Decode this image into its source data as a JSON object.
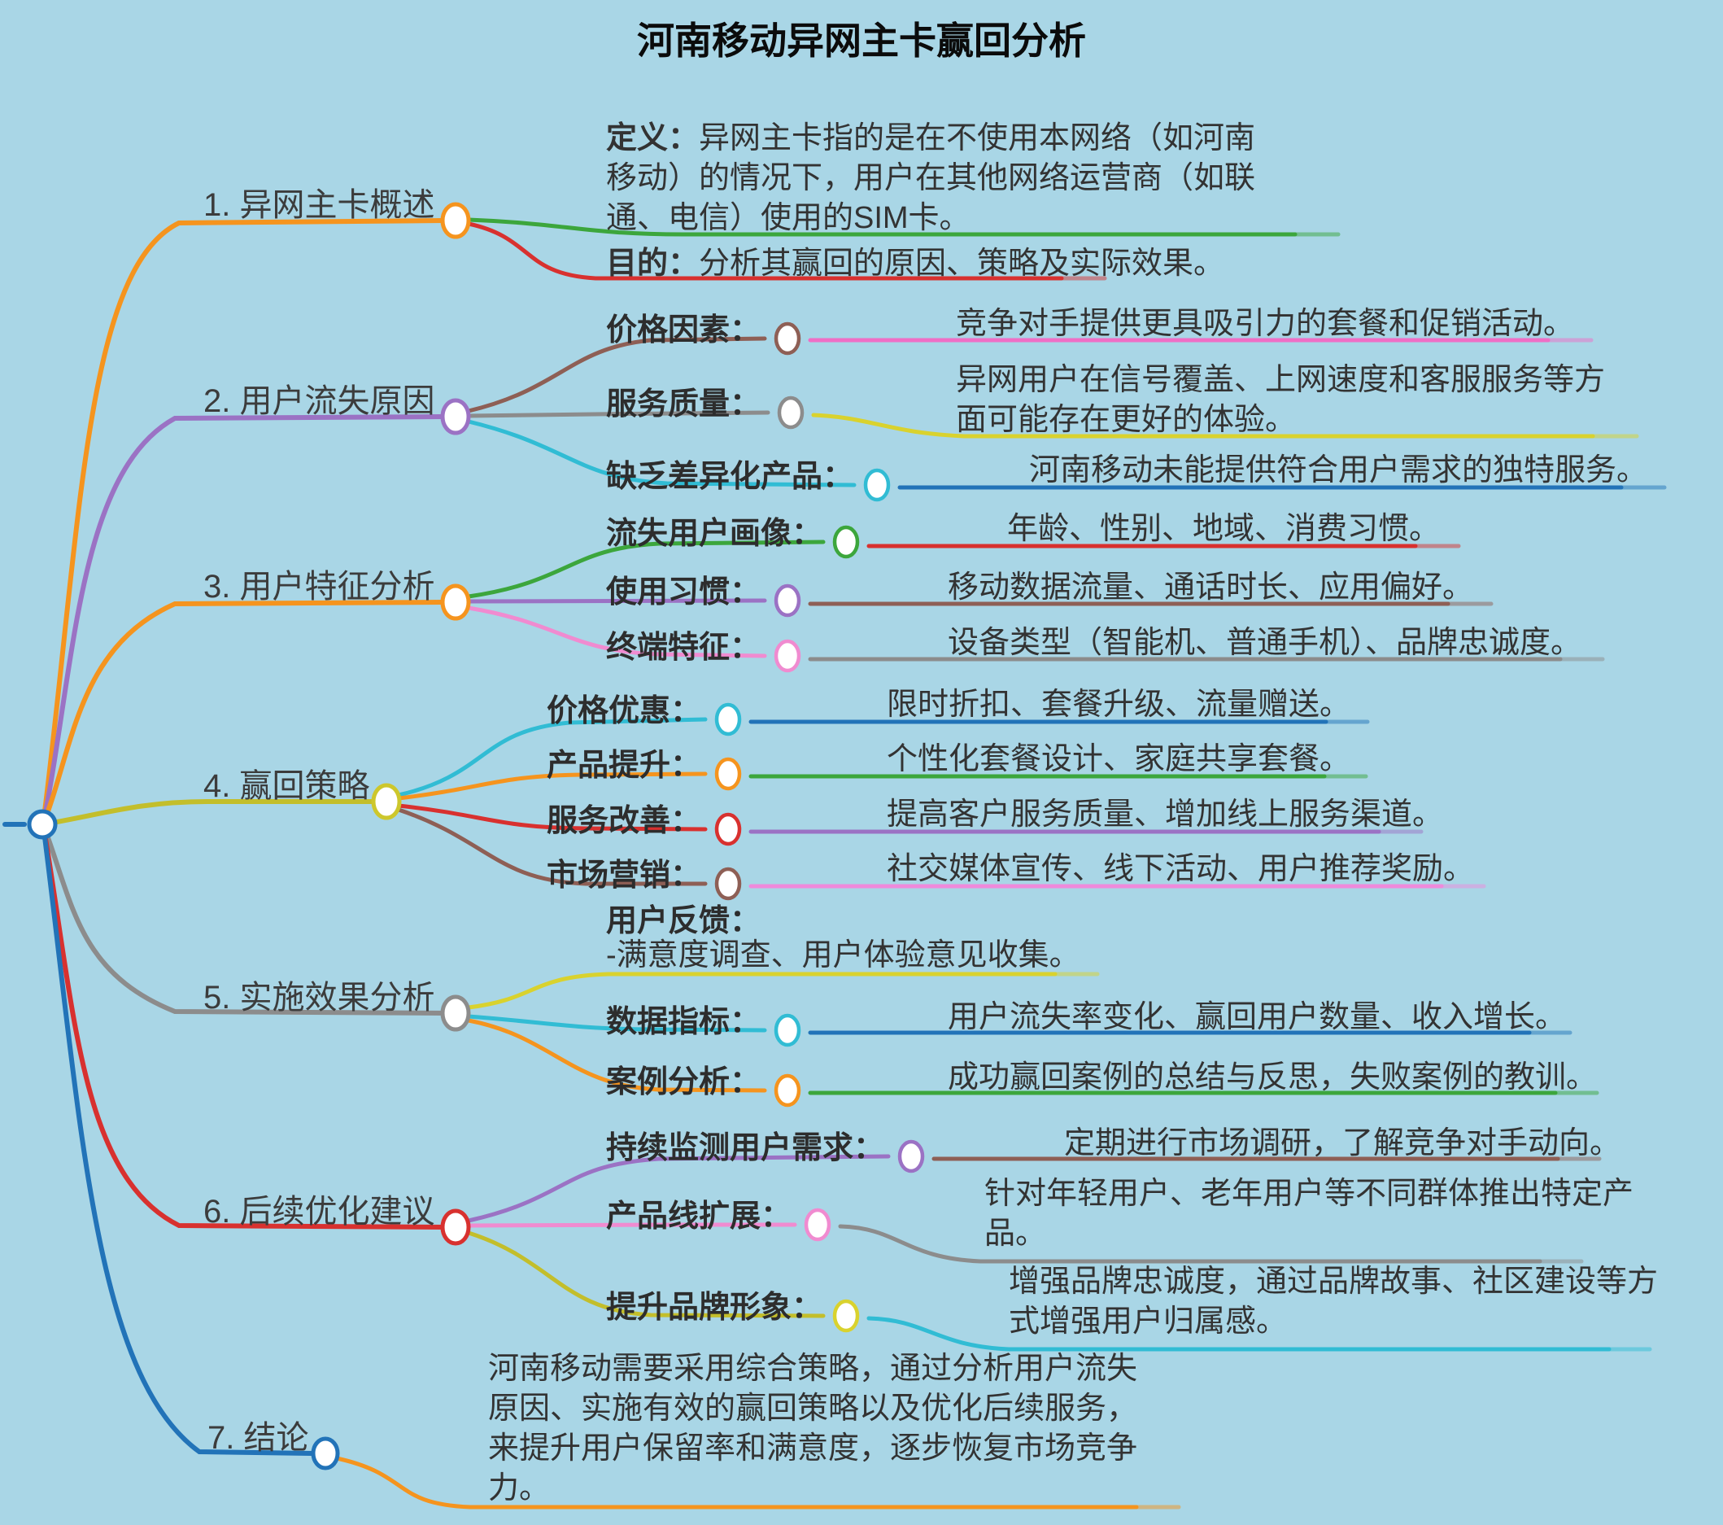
{
  "title": "河南移动异网主卡赢回分析",
  "background_color": "#A9D6E6",
  "root": {
    "node_color": "#2273B8"
  },
  "branches": [
    {
      "label": "1. 异网主卡概述",
      "line_color": "#F5941E",
      "node_color": "#F5941E",
      "items": [
        {
          "label": "定义：",
          "text": "异网主卡指的是在不使用本网络（如河南移动）的情况下，用户在其他网络运营商（如联通、电信）使用的SIM卡。",
          "underline_color": "#3CA63C"
        },
        {
          "label": "目的：",
          "text": "分析其赢回的原因、策略及实际效果。",
          "underline_color": "#D8312F"
        }
      ]
    },
    {
      "label": "2. 用户流失原因",
      "line_color": "#9B72C4",
      "node_color": "#9B72C4",
      "items": [
        {
          "label": "价格因素：",
          "text": "竞争对手提供更具吸引力的套餐和促销活动。",
          "connector_color": "#8E5F55",
          "node_color": "#8E5F55",
          "underline_color": "#EF6EC5"
        },
        {
          "label": "服务质量：",
          "text": "异网用户在信号覆盖、上网速度和客服服务等方面可能存在更好的体验。",
          "connector_color": "#8C8C8C",
          "node_color": "#8C8C8C",
          "underline_color": "#D9D22E"
        },
        {
          "label": "缺乏差异化产品：",
          "text": "河南移动未能提供符合用户需求的独特服务。",
          "connector_color": "#31BCD4",
          "node_color": "#31BCD4",
          "underline_color": "#2273B8"
        }
      ]
    },
    {
      "label": "3. 用户特征分析",
      "line_color": "#F5941E",
      "node_color": "#F5941E",
      "items": [
        {
          "label": "流失用户画像：",
          "text": "年龄、性别、地域、消费习惯。",
          "connector_color": "#3CA63C",
          "node_color": "#3CA63C",
          "underline_color": "#D8312F"
        },
        {
          "label": "使用习惯：",
          "text": "移动数据流量、通话时长、应用偏好。",
          "connector_color": "#9B72C4",
          "node_color": "#9B72C4",
          "underline_color": "#8E5F55"
        },
        {
          "label": "终端特征：",
          "text": "设备类型（智能机、普通手机）、品牌忠诚度。",
          "connector_color": "#F08BD0",
          "node_color": "#F08BD0",
          "underline_color": "#8C8C8C"
        }
      ]
    },
    {
      "label": "4. 赢回策略",
      "line_color": "#C3BE2B",
      "node_color": "#CDC72C",
      "items": [
        {
          "label": "价格优惠：",
          "text": "限时折扣、套餐升级、流量赠送。",
          "connector_color": "#31BCD4",
          "node_color": "#31BCD4",
          "underline_color": "#2273B8"
        },
        {
          "label": "产品提升：",
          "text": "个性化套餐设计、家庭共享套餐。",
          "connector_color": "#F5941E",
          "node_color": "#F5941E",
          "underline_color": "#3CA63C"
        },
        {
          "label": "服务改善：",
          "text": "提高客户服务质量、增加线上服务渠道。",
          "connector_color": "#D8312F",
          "node_color": "#D8312F",
          "underline_color": "#9B72C4"
        },
        {
          "label": "市场营销：",
          "text": "社交媒体宣传、线下活动、用户推荐奖励。",
          "connector_color": "#8E5F55",
          "node_color": "#8E5F55",
          "underline_color": "#EF8ADB"
        }
      ]
    },
    {
      "label": "5. 实施效果分析",
      "line_color": "#8C8C8C",
      "node_color": "#8C8C8C",
      "items": [
        {
          "label": "用户反馈：",
          "text": "-满意度调查、用户体验意见收集。",
          "underline_color": "#D9D22E"
        },
        {
          "label": "数据指标：",
          "text": "用户流失率变化、赢回用户数量、收入增长。",
          "connector_color": "#31BCD4",
          "node_color": "#31BCD4",
          "underline_color": "#2273B8"
        },
        {
          "label": "案例分析：",
          "text": "成功赢回案例的总结与反思，失败案例的教训。",
          "connector_color": "#F5941E",
          "node_color": "#F5941E",
          "underline_color": "#3CA63C"
        }
      ]
    },
    {
      "label": "6. 后续优化建议",
      "line_color": "#D8312F",
      "node_color": "#D8312F",
      "items": [
        {
          "label": "持续监测用户需求：",
          "text": "定期进行市场调研，了解竞争对手动向。",
          "connector_color": "#9B72C4",
          "node_color": "#9B72C4",
          "underline_color": "#8E5F55"
        },
        {
          "label": "产品线扩展：",
          "text": "针对年轻用户、老年用户等不同群体推出特定产品。",
          "connector_color": "#F08BD0",
          "node_color": "#F08BD0",
          "underline_color": "#8C8C8C"
        },
        {
          "label": "提升品牌形象：",
          "text": "增强品牌忠诚度，通过品牌故事、社区建设等方式增强用户归属感。",
          "connector_color": "#C3BE2B",
          "node_color": "#D9D22E",
          "underline_color": "#31BCD4"
        }
      ]
    },
    {
      "label": "7. 结论",
      "line_color": "#2273B8",
      "node_color": "#2273B8",
      "items": [
        {
          "label": "",
          "text": "河南移动需要采用综合策略，通过分析用户流失原因、实施有效的赢回策略以及优化后续服务，来提升用户保留率和满意度，逐步恢复市场竞争力。",
          "underline_color": "#F5941E"
        }
      ]
    }
  ]
}
